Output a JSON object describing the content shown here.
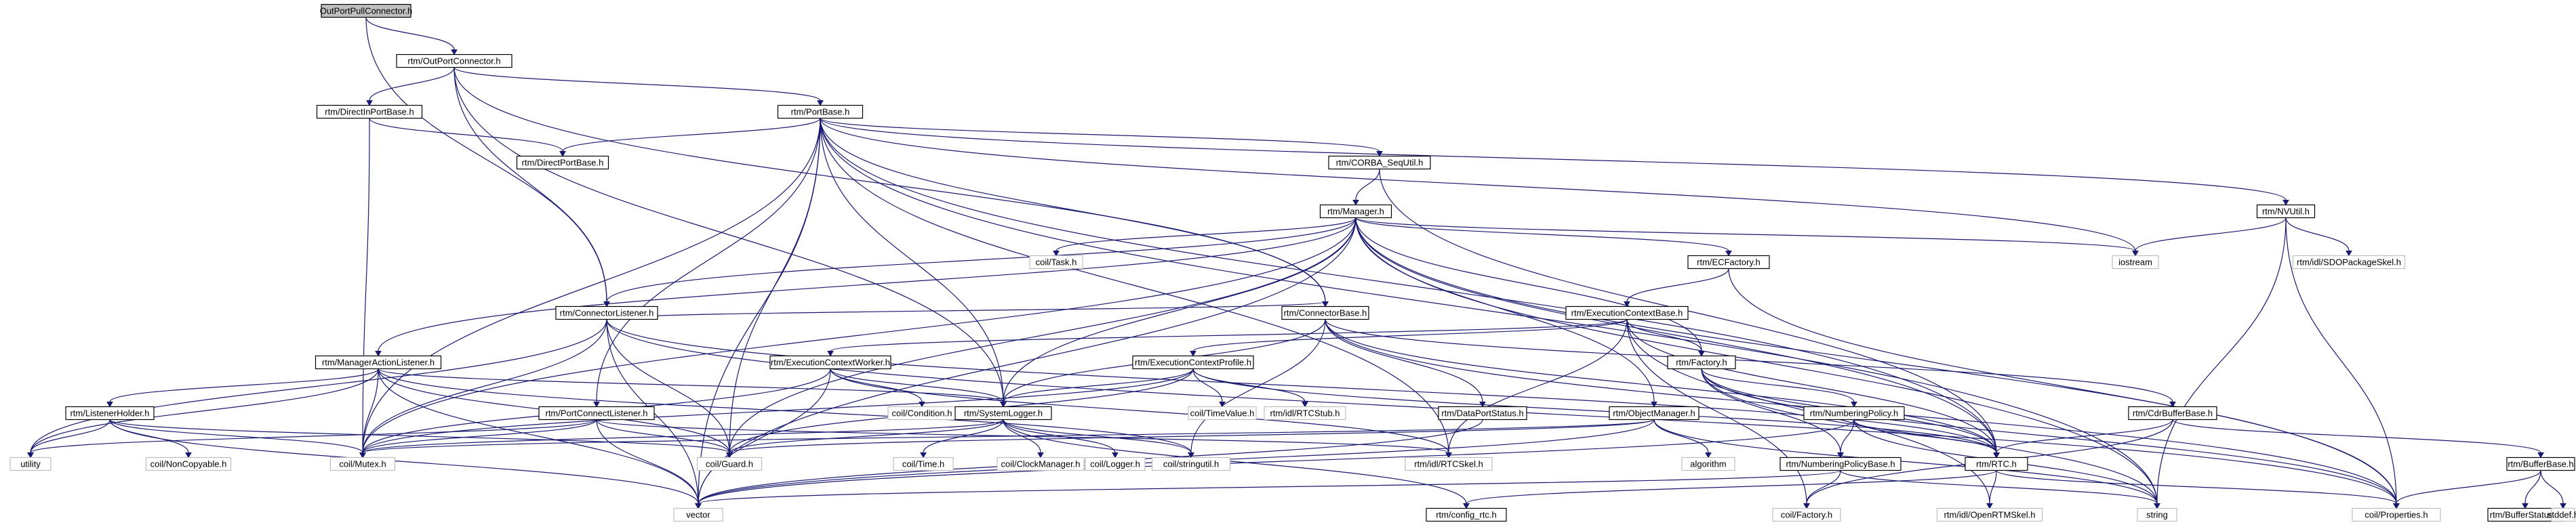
{
  "diagram": {
    "root": "OutPortPullConnector.h",
    "nodes": {
      "root": "OutPortPullConnector.h",
      "outport_connector": "rtm/OutPortConnector.h",
      "direct_inport_base": "rtm/DirectInPortBase.h",
      "portbase": "rtm/PortBase.h",
      "direct_portbase": "rtm/DirectPortBase.h",
      "corba_sequtil": "rtm/CORBA_SeqUtil.h",
      "nvutil": "rtm/NVUtil.h",
      "manager": "rtm/Manager.h",
      "iostream": "iostream",
      "sdo_skel": "rtm/idl/SDOPackageSkel.h",
      "task": "coil/Task.h",
      "ecfactory": "rtm/ECFactory.h",
      "conn_listener": "rtm/ConnectorListener.h",
      "ec_base": "rtm/ExecutionContextBase.h",
      "mal": "rtm/ManagerActionListener.h",
      "ec_worker": "rtm/ExecutionContextWorker.h",
      "ec_profile": "rtm/ExecutionContextProfile.h",
      "conn_base": "rtm/ConnectorBase.h",
      "factory": "rtm/Factory.h",
      "listener_holder": "rtm/ListenerHolder.h",
      "pc_listener": "rtm/PortConnectListener.h",
      "condition": "coil/Condition.h",
      "timevalue": "coil/TimeValue.h",
      "rtcstub": "rtm/idl/RTCStub.h",
      "dataportstatus": "rtm/DataPortStatus.h",
      "objmanager": "rtm/ObjectManager.h",
      "numpolicy": "rtm/NumberingPolicy.h",
      "cdrbufferbase": "rtm/CdrBufferBase.h",
      "utility": "utility",
      "noncopyable": "coil/NonCopyable.h",
      "mutex": "coil/Mutex.h",
      "syslogger": "rtm/SystemLogger.h",
      "guard": "coil/Guard.h",
      "stringutil": "coil/stringutil.h",
      "rtcskel": "rtm/idl/RTCSkel.h",
      "algorithm": "algorithm",
      "numpolicybase": "rtm/NumberingPolicyBase.h",
      "rtc": "rtm/RTC.h",
      "bufferbase": "rtm/BufferBase.h",
      "time": "coil/Time.h",
      "clockmanager": "coil/ClockManager.h",
      "logger": "coil/Logger.h",
      "vector": "vector",
      "config_rtc": "rtm/config_rtc.h",
      "coilfactory": "coil/Factory.h",
      "openrtm_skel": "rtm/idl/OpenRTMSkel.h",
      "string": "string",
      "properties": "coil/Properties.h",
      "bufferstatus": "rtm/BufferStatus.h",
      "stddef": "stddef.h"
    },
    "edges": [
      [
        "root",
        "outport_connector"
      ],
      [
        "root",
        "conn_listener"
      ],
      [
        "outport_connector",
        "direct_inport_base"
      ],
      [
        "outport_connector",
        "portbase"
      ],
      [
        "outport_connector",
        "conn_listener"
      ],
      [
        "outport_connector",
        "conn_base"
      ],
      [
        "outport_connector",
        "syslogger"
      ],
      [
        "direct_inport_base",
        "direct_portbase"
      ],
      [
        "direct_inport_base",
        "mutex"
      ],
      [
        "portbase",
        "direct_portbase"
      ],
      [
        "portbase",
        "corba_sequtil"
      ],
      [
        "portbase",
        "nvutil"
      ],
      [
        "portbase",
        "iostream"
      ],
      [
        "portbase",
        "conn_base"
      ],
      [
        "portbase",
        "pc_listener"
      ],
      [
        "portbase",
        "mutex"
      ],
      [
        "portbase",
        "guard"
      ],
      [
        "portbase",
        "syslogger"
      ],
      [
        "portbase",
        "rtcskel"
      ],
      [
        "portbase",
        "rtc"
      ],
      [
        "portbase",
        "vector"
      ],
      [
        "portbase",
        "string"
      ],
      [
        "corba_sequtil",
        "manager"
      ],
      [
        "corba_sequtil",
        "rtc"
      ],
      [
        "nvutil",
        "iostream"
      ],
      [
        "nvutil",
        "sdo_skel"
      ],
      [
        "nvutil",
        "string"
      ],
      [
        "nvutil",
        "properties"
      ],
      [
        "manager",
        "iostream"
      ],
      [
        "manager",
        "task"
      ],
      [
        "manager",
        "ecfactory"
      ],
      [
        "manager",
        "conn_listener"
      ],
      [
        "manager",
        "mal"
      ],
      [
        "manager",
        "factory"
      ],
      [
        "manager",
        "objmanager"
      ],
      [
        "manager",
        "syslogger"
      ],
      [
        "manager",
        "mutex"
      ],
      [
        "manager",
        "guard"
      ],
      [
        "manager",
        "vector"
      ],
      [
        "manager",
        "string"
      ],
      [
        "manager",
        "rtc"
      ],
      [
        "manager",
        "properties"
      ],
      [
        "ecfactory",
        "ec_base"
      ],
      [
        "ecfactory",
        "properties"
      ],
      [
        "ec_base",
        "ec_worker"
      ],
      [
        "ec_base",
        "ec_profile"
      ],
      [
        "ec_base",
        "factory"
      ],
      [
        "ec_base",
        "rtcskel"
      ],
      [
        "ec_base",
        "coilfactory"
      ],
      [
        "ec_base",
        "openrtm_skel"
      ],
      [
        "ec_base",
        "rtc"
      ],
      [
        "conn_listener",
        "conn_base"
      ],
      [
        "conn_listener",
        "mutex"
      ],
      [
        "conn_listener",
        "guard"
      ],
      [
        "conn_listener",
        "vector"
      ],
      [
        "conn_listener",
        "utility"
      ],
      [
        "conn_listener",
        "rtc"
      ],
      [
        "conn_listener",
        "properties"
      ],
      [
        "mal",
        "listener_holder"
      ],
      [
        "mal",
        "syslogger"
      ],
      [
        "mal",
        "mutex"
      ],
      [
        "mal",
        "guard"
      ],
      [
        "mal",
        "vector"
      ],
      [
        "mal",
        "utility"
      ],
      [
        "mal",
        "stringutil"
      ],
      [
        "ec_worker",
        "condition"
      ],
      [
        "ec_worker",
        "syslogger"
      ],
      [
        "ec_worker",
        "mutex"
      ],
      [
        "ec_worker",
        "vector"
      ],
      [
        "ec_worker",
        "rtcskel"
      ],
      [
        "ec_profile",
        "timevalue"
      ],
      [
        "ec_profile",
        "rtcstub"
      ],
      [
        "ec_profile",
        "syslogger"
      ],
      [
        "ec_profile",
        "mutex"
      ],
      [
        "ec_profile",
        "guard"
      ],
      [
        "ec_profile",
        "rtc"
      ],
      [
        "conn_base",
        "dataportstatus"
      ],
      [
        "conn_base",
        "cdrbufferbase"
      ],
      [
        "conn_base",
        "syslogger"
      ],
      [
        "conn_base",
        "rtc"
      ],
      [
        "conn_base",
        "stringutil"
      ],
      [
        "conn_base",
        "properties"
      ],
      [
        "factory",
        "numpolicy"
      ],
      [
        "factory",
        "numpolicybase"
      ],
      [
        "factory",
        "rtc"
      ],
      [
        "factory",
        "properties"
      ],
      [
        "factory",
        "string"
      ],
      [
        "listener_holder",
        "utility"
      ],
      [
        "listener_holder",
        "noncopyable"
      ],
      [
        "listener_holder",
        "mutex"
      ],
      [
        "listener_holder",
        "guard"
      ],
      [
        "listener_holder",
        "vector"
      ],
      [
        "pc_listener",
        "mutex"
      ],
      [
        "pc_listener",
        "guard"
      ],
      [
        "pc_listener",
        "vector"
      ],
      [
        "pc_listener",
        "utility"
      ],
      [
        "pc_listener",
        "rtcskel"
      ],
      [
        "dataportstatus",
        "vector"
      ],
      [
        "objmanager",
        "algorithm"
      ],
      [
        "objmanager",
        "mutex"
      ],
      [
        "objmanager",
        "guard"
      ],
      [
        "objmanager",
        "vector"
      ],
      [
        "objmanager",
        "string"
      ],
      [
        "numpolicy",
        "numpolicybase"
      ],
      [
        "numpolicy",
        "rtc"
      ],
      [
        "numpolicy",
        "vector"
      ],
      [
        "numpolicy",
        "string"
      ],
      [
        "cdrbufferbase",
        "rtc"
      ],
      [
        "cdrbufferbase",
        "bufferbase"
      ],
      [
        "cdrbufferbase",
        "coilfactory"
      ],
      [
        "syslogger",
        "time"
      ],
      [
        "syslogger",
        "clockmanager"
      ],
      [
        "syslogger",
        "logger"
      ],
      [
        "syslogger",
        "stringutil"
      ],
      [
        "syslogger",
        "mutex"
      ],
      [
        "syslogger",
        "guard"
      ],
      [
        "syslogger",
        "config_rtc"
      ],
      [
        "numpolicybase",
        "coilfactory"
      ],
      [
        "numpolicybase",
        "string"
      ],
      [
        "numpolicybase",
        "vector"
      ],
      [
        "rtc",
        "config_rtc"
      ],
      [
        "rtc",
        "openrtm_skel"
      ],
      [
        "rtc",
        "properties"
      ],
      [
        "bufferbase",
        "bufferstatus"
      ],
      [
        "bufferbase",
        "properties"
      ],
      [
        "bufferbase",
        "stddef"
      ]
    ]
  }
}
